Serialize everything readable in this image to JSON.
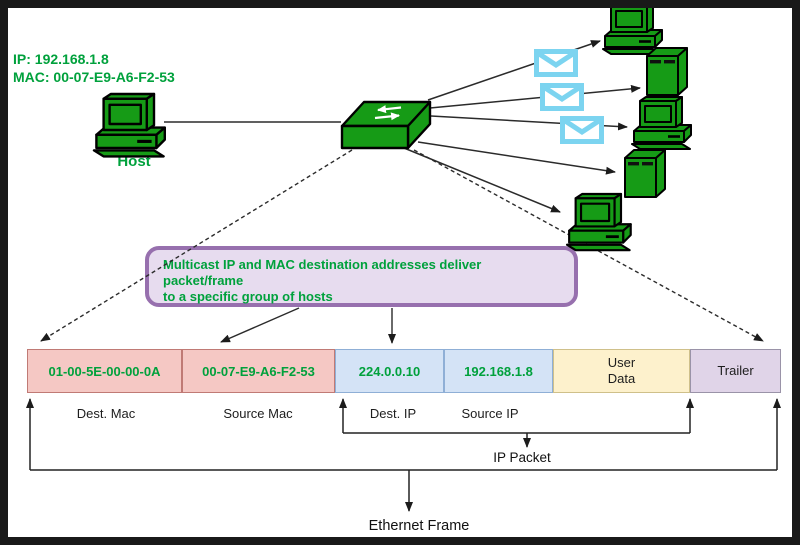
{
  "host": {
    "ip": "IP: 192.168.1.8",
    "mac": "MAC: 00-07-E9-A6-F2-53",
    "label": "Host"
  },
  "note": {
    "line1": "Multicast IP and MAC destination addresses deliver packet/frame",
    "line2": "to a specific group of hosts"
  },
  "frame": {
    "fields": [
      {
        "name": "dest-mac",
        "value": "01-00-5E-00-00-0A"
      },
      {
        "name": "source-mac",
        "value": "00-07-E9-A6-F2-53"
      },
      {
        "name": "dest-ip",
        "value": "224.0.0.10"
      },
      {
        "name": "source-ip",
        "value": "192.168.1.8"
      },
      {
        "name": "user-data",
        "value": "User\nData"
      },
      {
        "name": "trailer",
        "value": "Trailer"
      }
    ],
    "labels": [
      "Dest. Mac",
      "Source Mac",
      "Dest. IP",
      "Source IP"
    ],
    "ip_packet_label": "IP Packet",
    "ethernet_frame_label": "Ethernet Frame"
  },
  "icons": {
    "desktop": "desktop-computer-icon",
    "server": "server-tower-icon",
    "envelope": "envelope-icon",
    "switch": "network-switch-icon"
  },
  "colors": {
    "device_green": "#169B16",
    "text_green": "#00A13C",
    "envelope_cyan": "#7CD4F0",
    "note_fill": "#E7DCEF",
    "note_border": "#9770AE",
    "mac_field_fill": "#F5C8C4",
    "ip_field_fill": "#D4E3F6",
    "user_data_fill": "#FDF1CC",
    "trailer_fill": "#E0D4E8"
  }
}
